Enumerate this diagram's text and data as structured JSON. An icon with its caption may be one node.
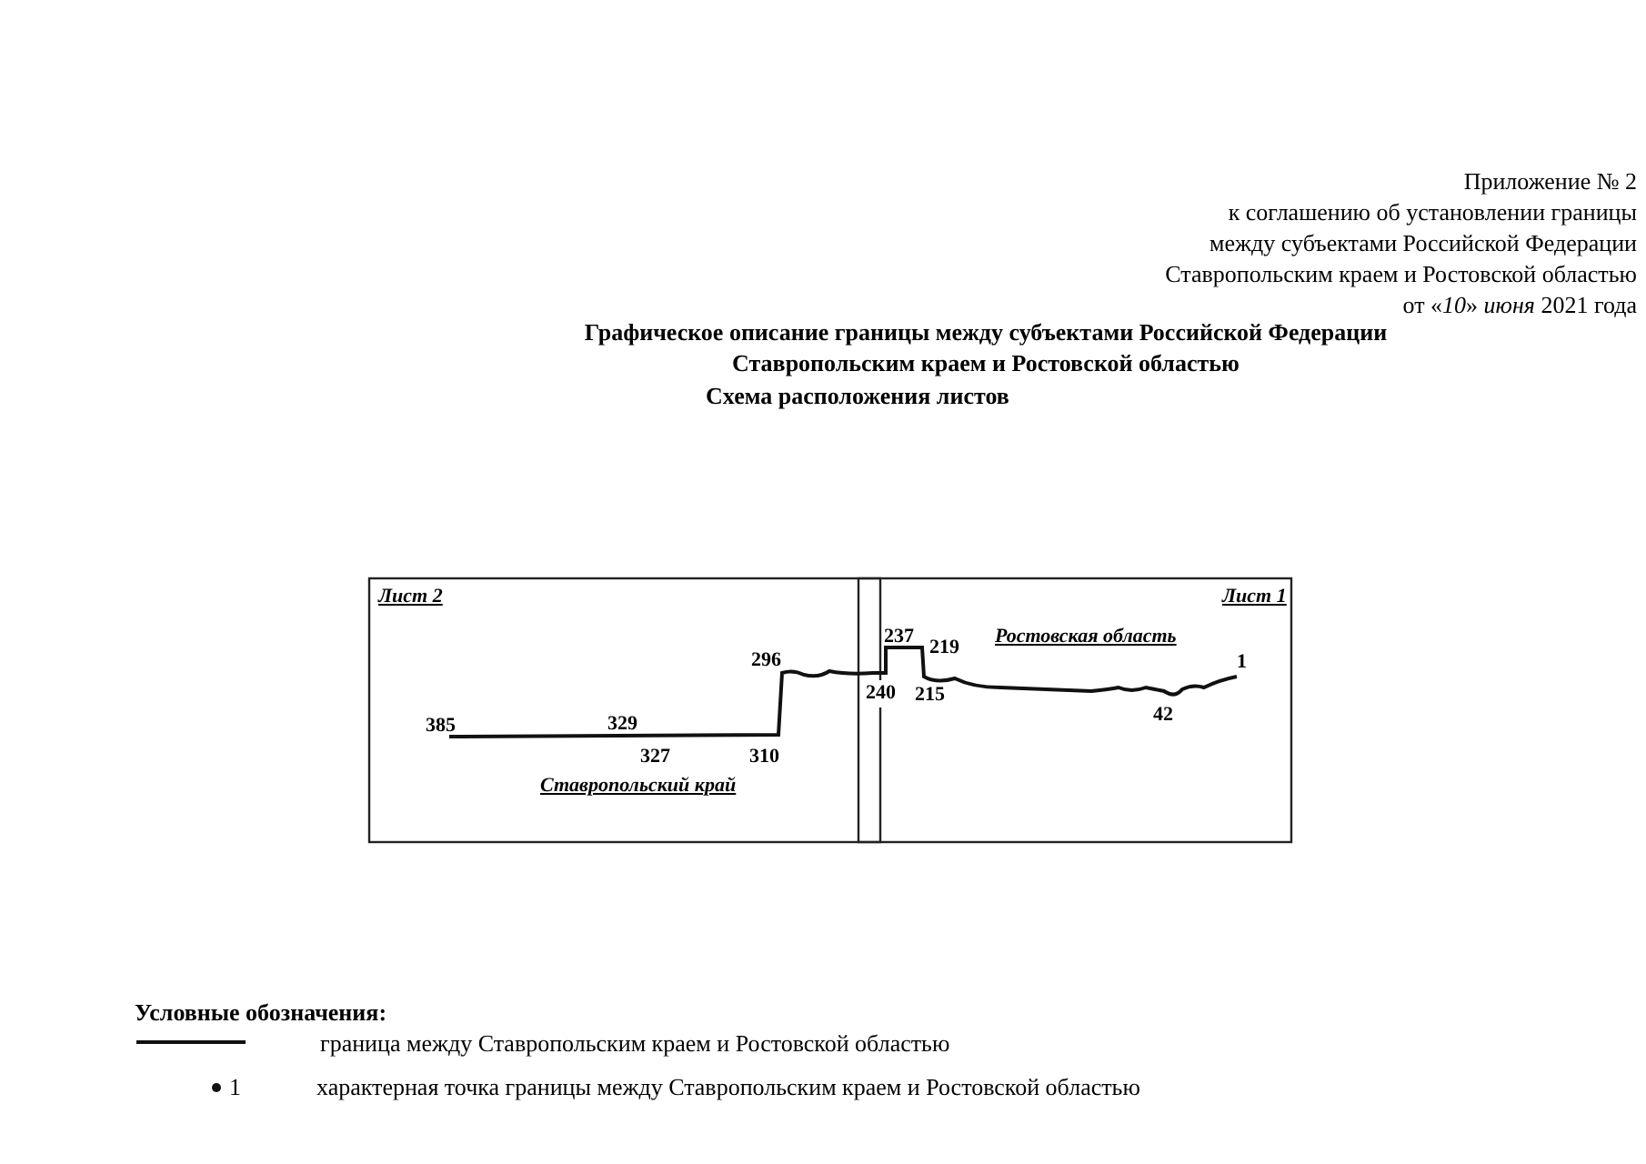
{
  "diagram": {
    "title": "Графическое описание границы между субъектами Российской Федерации Ставропольским краем и Ростовской областью",
    "labels": [
      "Приложение № 2",
      "к соглашению об установлении границы",
      "между субъектами Российской Федерации",
      "Ставропольским краем и Ростовской областью",
      "от «*10*» *июня* 2021 года",
      "Схема расположения листов",
      "Лист 2",
      "Лист 1",
      "Ростовская область",
      "385",
      "329",
      "327",
      "310",
      "296",
      "237",
      "219",
      "240",
      "215",
      "42",
      "1",
      "Ставропольский край",
      "Условные обозначения:",
      "1"
    ],
    "legend": [
      {
        "text": "граница между Ставропольским краем и Ростовской областью"
      },
      {
        "text": "характерная точка границы между Ставропольским краем и Ростовской областью"
      }
    ]
  }
}
